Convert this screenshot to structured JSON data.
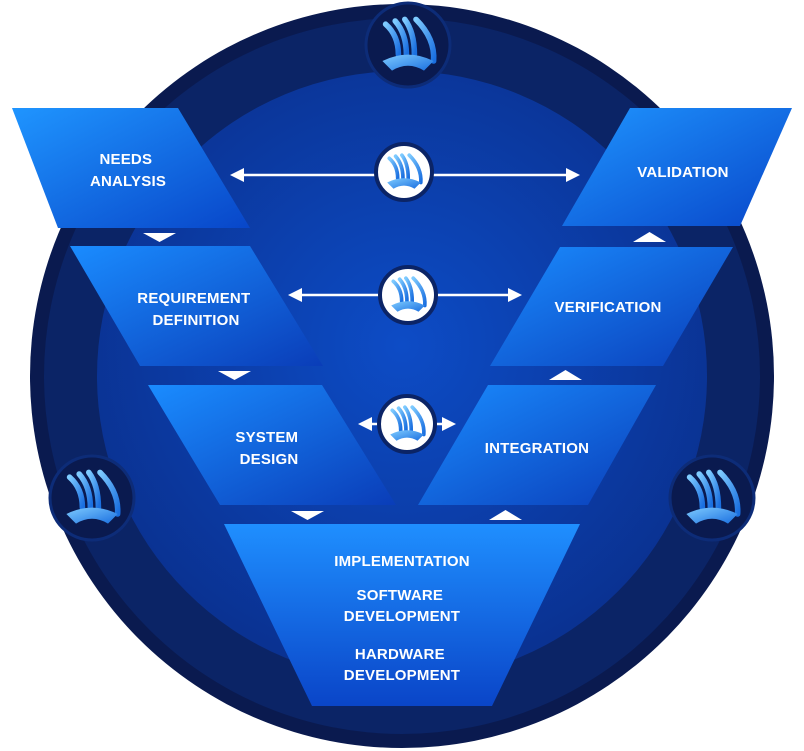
{
  "stages": {
    "needs_analysis": [
      "NEEDS",
      "ANALYSIS"
    ],
    "requirement_definition": [
      "REQUIREMENT",
      "DEFINITION"
    ],
    "system_design": [
      "SYSTEM",
      "DESIGN"
    ],
    "validation": [
      "VALIDATION"
    ],
    "verification": [
      "VERIFICATION"
    ],
    "integration": [
      "INTEGRATION"
    ],
    "implementation": {
      "title": "IMPLEMENTATION",
      "software": [
        "SOFTWARE",
        "DEVELOPMENT"
      ],
      "hardware": [
        "HARDWARE",
        "DEVELOPMENT"
      ]
    }
  },
  "icons": [
    "logo-icon"
  ],
  "colors": {
    "outer_ring": "#0a1a4f",
    "inner_circle": "#0b3aa8",
    "panel_light": "#1a8cff",
    "panel_dark": "#0a3fc0",
    "connector": "#ffffff"
  }
}
